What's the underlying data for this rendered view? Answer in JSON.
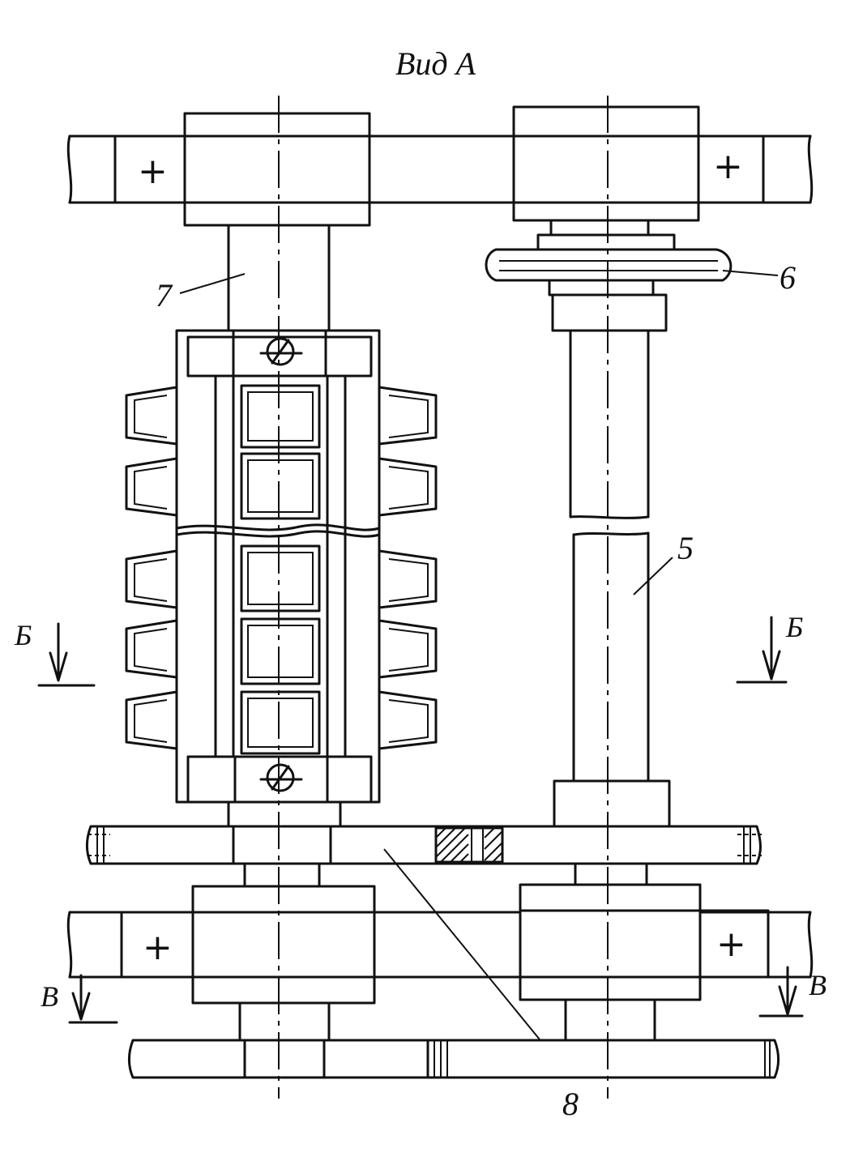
{
  "title": "Вид А",
  "labels": {
    "part5": "5",
    "part6": "6",
    "part7": "7",
    "part8": "8"
  },
  "sections": {
    "b_left": "Б",
    "b_right": "Б",
    "v_left": "В",
    "v_right": "В"
  },
  "marks": {
    "plus": "+"
  }
}
